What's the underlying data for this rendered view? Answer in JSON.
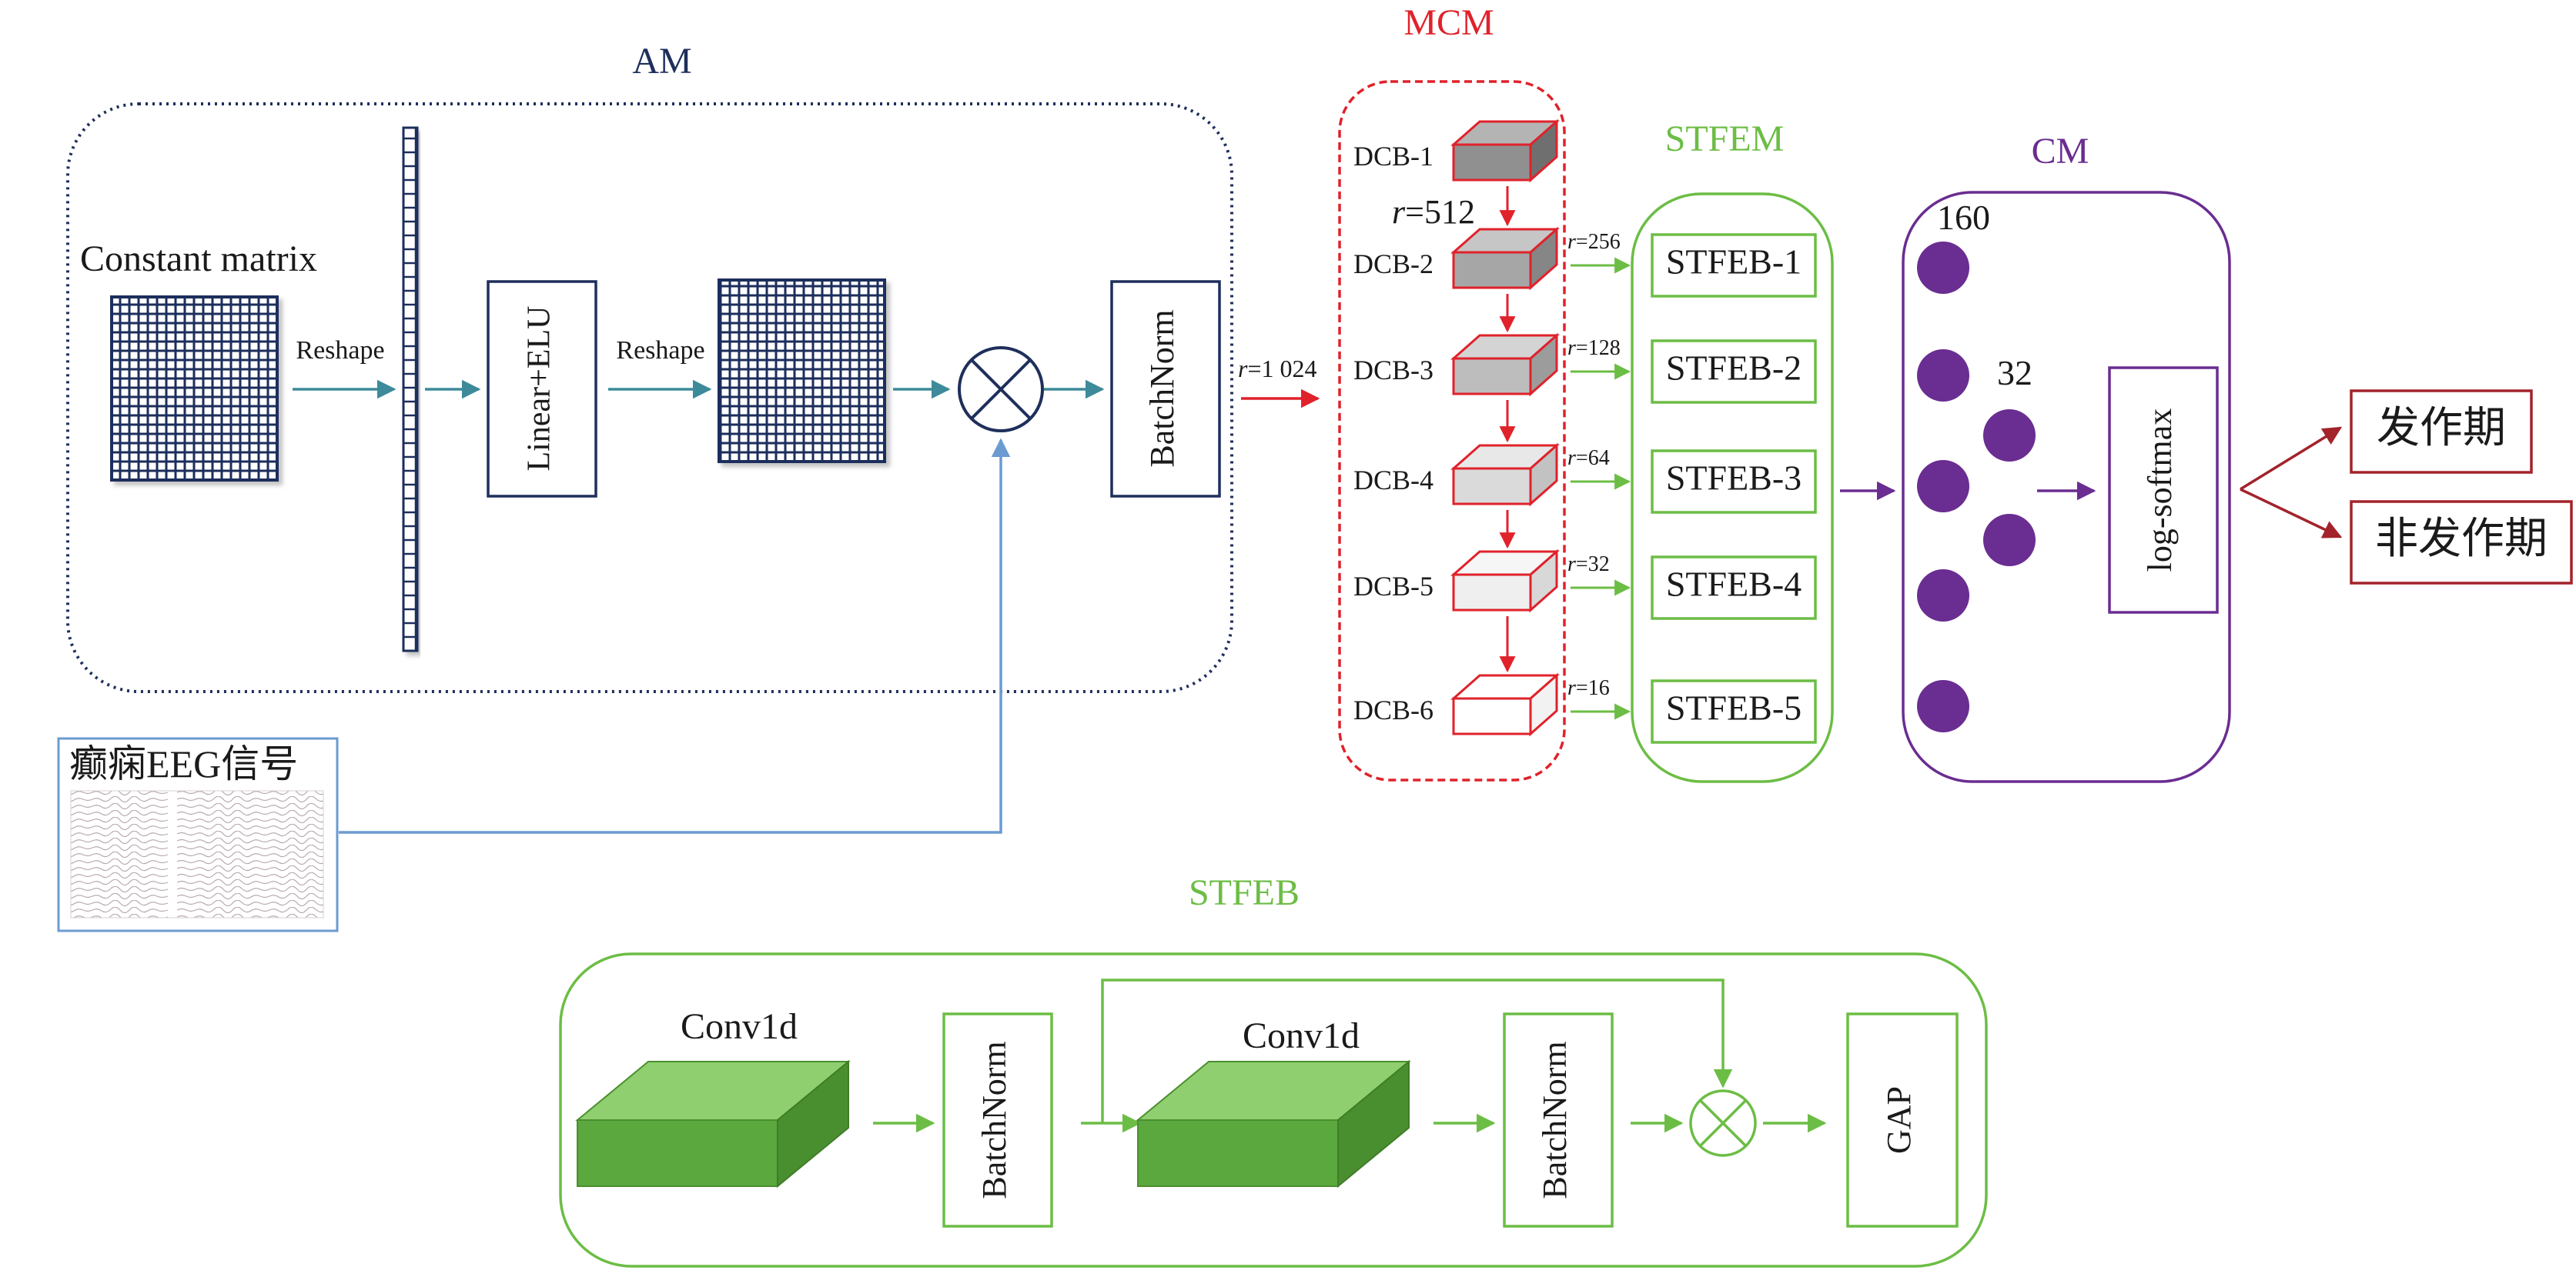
{
  "colors": {
    "am": "#1f2f5c",
    "mcm": "#e0222b",
    "stfem": "#6cbd45",
    "cm": "#6a2d91",
    "teal": "#3d8a9a",
    "blue": "#6b9bd1",
    "dark_red": "#a3232b",
    "green_top": "#8fcf6f",
    "green_front": "#5aa83e",
    "green_side": "#4a8f2f"
  },
  "sections": {
    "am": "AM",
    "mcm": "MCM",
    "stfem": "STFEM",
    "cm": "CM",
    "stfeb": "STFEB"
  },
  "am": {
    "constant_matrix": "Constant matrix",
    "reshape_1": "Reshape",
    "linear_elu": "Linear+ELU",
    "reshape_2": "Reshape",
    "batchnorm": "BatchNorm",
    "eeg_signal": "癫痫EEG信号"
  },
  "mcm": {
    "dcb": [
      "DCB-1",
      "DCB-2",
      "DCB-3",
      "DCB-4",
      "DCB-5",
      "DCB-6"
    ],
    "r_input_prefix": "r",
    "r_input_value": "=1 024",
    "r_top_prefix": "r",
    "r_top_value": "=512",
    "r_branch_prefix": "r",
    "r_values": [
      "=256",
      "=128",
      "=64",
      "=32",
      "=16"
    ]
  },
  "stfem": {
    "blocks": [
      "STFEB-1",
      "STFEB-2",
      "STFEB-3",
      "STFEB-4",
      "STFEB-5"
    ]
  },
  "cm": {
    "layer1_count": "160",
    "layer2_count": "32",
    "log_softmax": "log-softmax",
    "output_ictal": "发作期",
    "output_interictal": "非发作期"
  },
  "stfeb": {
    "conv1": "Conv1d",
    "bn1": "BatchNorm",
    "conv2": "Conv1d",
    "bn2": "BatchNorm",
    "gap": "GAP"
  }
}
